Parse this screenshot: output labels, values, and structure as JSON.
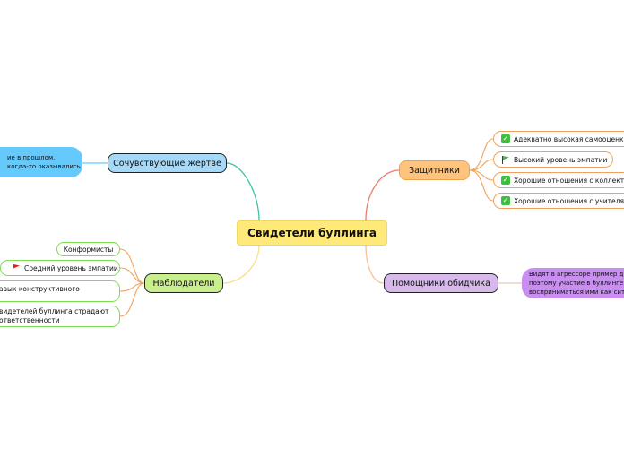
{
  "mindmap": {
    "central": {
      "label": "Свидетели буллинга"
    },
    "topics": {
      "sympathy": {
        "label": "Сочувствующие жертве",
        "note_lines": [
          "ие в прошлом.",
          "когда-то оказывались"
        ]
      },
      "observers": {
        "label": "Наблюдатели",
        "children": [
          {
            "label": "Конформисты"
          },
          {
            "label": "Средний уровень эмпатии",
            "icon": "red-flag-icon"
          },
          {
            "label": "авык конструктивного"
          },
          {
            "lines": [
              "видетелей буллинга страдают",
              "ответственности"
            ]
          }
        ]
      },
      "defenders": {
        "label": "Защитники",
        "children": [
          {
            "label": "Адекватно высокая самооценка",
            "icon": "green-check-icon"
          },
          {
            "label": "Высокий уровень эмпатии",
            "icon": "green-flag-icon"
          },
          {
            "label": "Хорошие отношения с коллектив",
            "icon": "green-check-icon"
          },
          {
            "label": "Хорошие отношения с учителями",
            "icon": "green-check-icon"
          }
        ]
      },
      "helpers": {
        "label": "Помощники обидчика",
        "note_lines": [
          "Видят в агрессоре пример д",
          "поэтому участие в буллинге",
          "восприниматься ими как сит"
        ]
      }
    }
  },
  "colors": {
    "link_sympathy": "#3cc5a6",
    "link_observers": "#f7e08a",
    "link_defenders": "#f07a6a",
    "link_helpers": "#f5c29a",
    "link_leaf_orange": "#f0a15c",
    "link_leaf_green": "#f0a15c",
    "link_note_blue": "#66c9fc",
    "link_note_purple": "#e3c9b0",
    "check": "#3fbf3f",
    "flag_green": "#3fbf3f",
    "flag_red": "#e02020"
  }
}
